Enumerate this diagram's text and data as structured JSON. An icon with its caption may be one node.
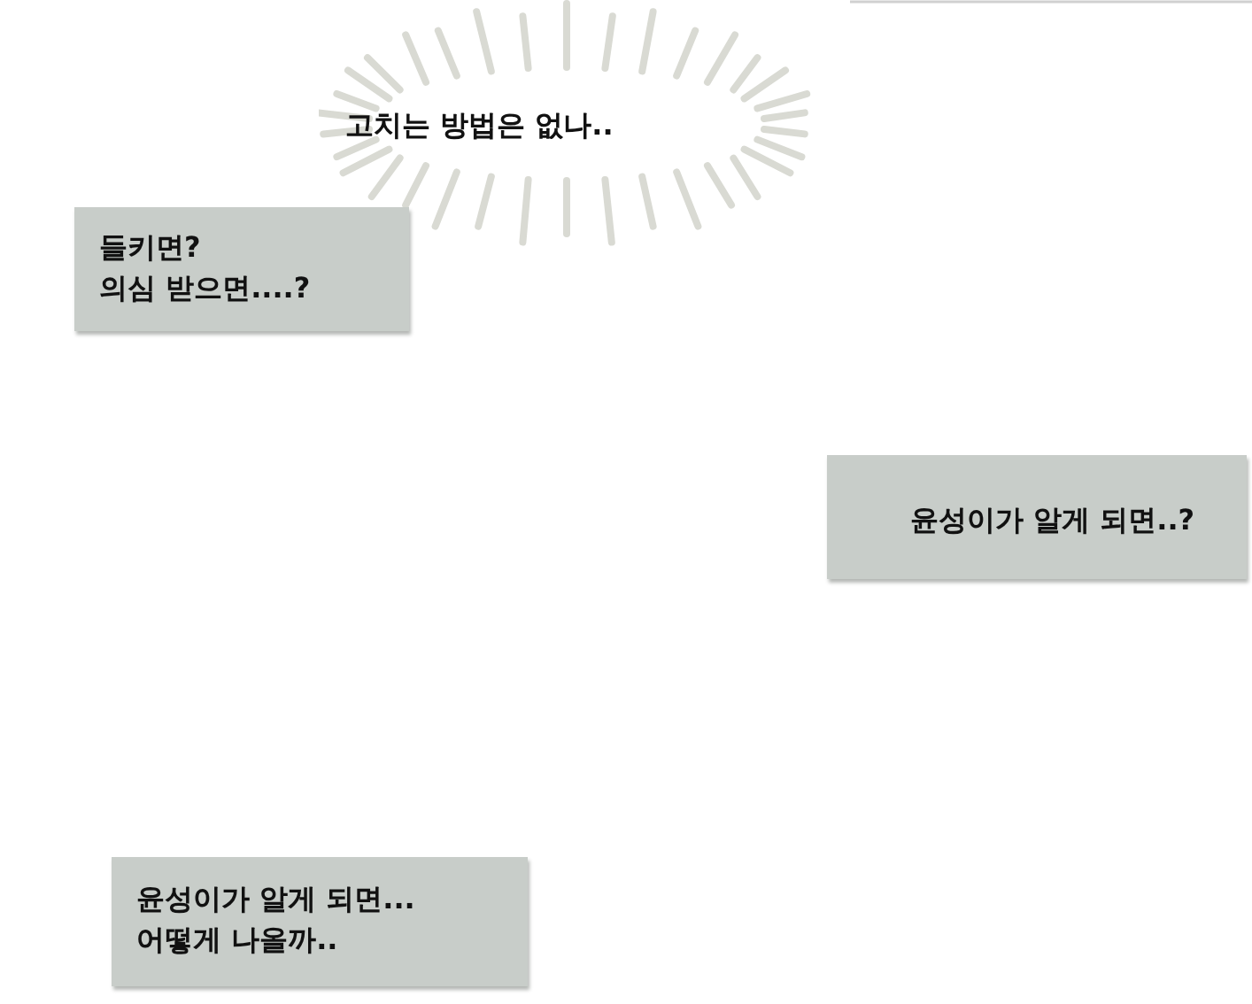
{
  "diagram": {
    "nodes": [
      {
        "text": [
          "고치는 방법은 없나.."
        ]
      },
      {
        "text": [
          "들키면? 의심 받으면....?"
        ]
      },
      {
        "text": [
          "윤성이가 알게 되면..?"
        ]
      },
      {
        "text": [
          "윤성이가 알게 되면... 어떻게 나올까.."
        ]
      }
    ]
  }
}
